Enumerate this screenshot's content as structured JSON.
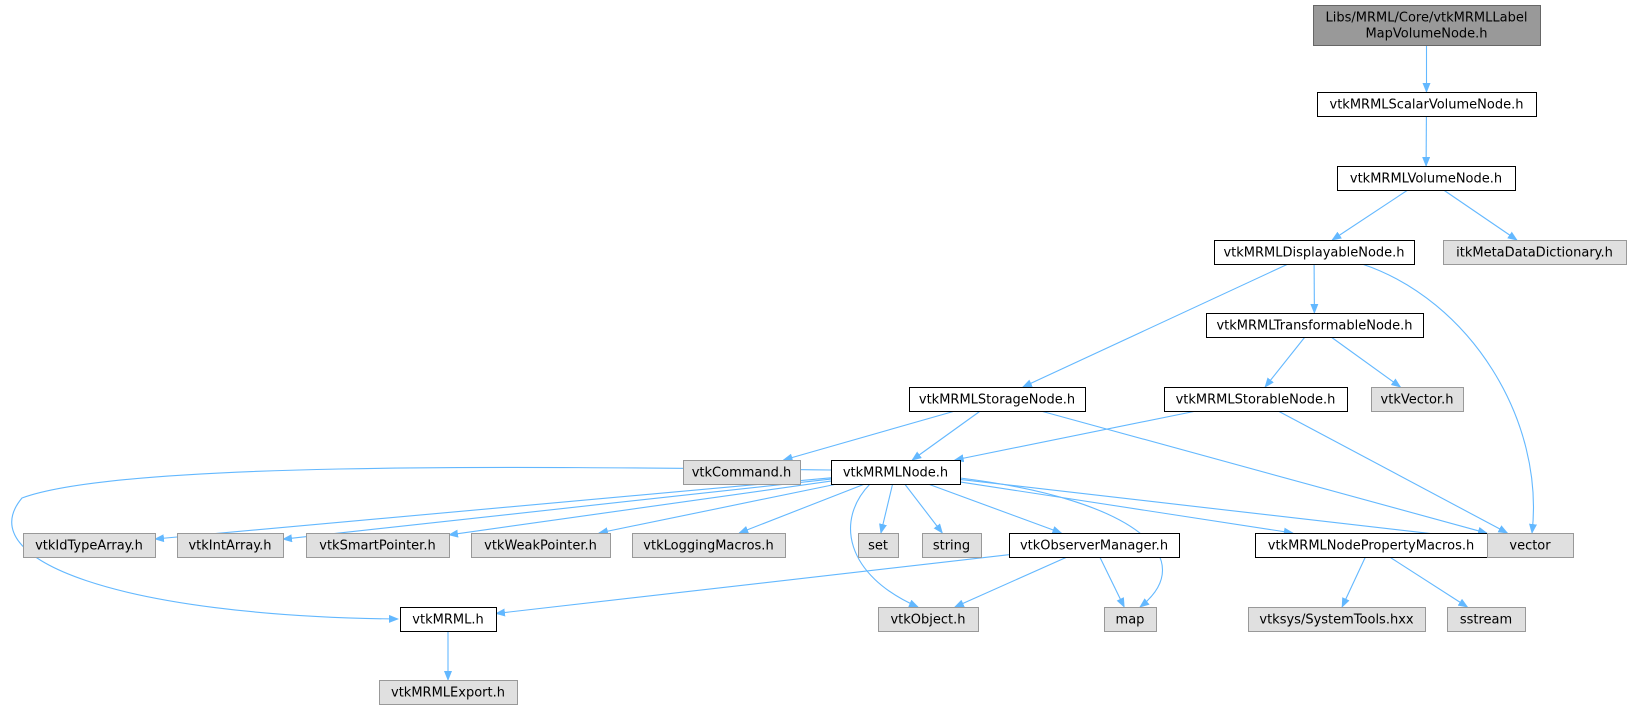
{
  "colors": {
    "edge": "#63B8FF",
    "root_fill": "#999999",
    "root_stroke": "#666666",
    "documented_fill": "#FFFFFF",
    "documented_stroke": "#000000",
    "external_fill": "#E0E0E0",
    "external_stroke": "#999999"
  },
  "nodes": [
    {
      "id": "root",
      "kind": "root",
      "lines": [
        "Libs/MRML/Core/vtkMRMLLabel",
        "MapVolumeNode.h"
      ]
    },
    {
      "id": "scalarvol",
      "kind": "documented",
      "lines": [
        "vtkMRMLScalarVolumeNode.h"
      ]
    },
    {
      "id": "volnode",
      "kind": "documented",
      "lines": [
        "vtkMRMLVolumeNode.h"
      ]
    },
    {
      "id": "displayable",
      "kind": "documented",
      "lines": [
        "vtkMRMLDisplayableNode.h"
      ]
    },
    {
      "id": "itkmeta",
      "kind": "external",
      "lines": [
        "itkMetaDataDictionary.h"
      ]
    },
    {
      "id": "transformable",
      "kind": "documented",
      "lines": [
        "vtkMRMLTransformableNode.h"
      ]
    },
    {
      "id": "storage",
      "kind": "documented",
      "lines": [
        "vtkMRMLStorageNode.h"
      ]
    },
    {
      "id": "storable",
      "kind": "documented",
      "lines": [
        "vtkMRMLStorableNode.h"
      ]
    },
    {
      "id": "vtkvector",
      "kind": "external",
      "lines": [
        "vtkVector.h"
      ]
    },
    {
      "id": "vtkcommand",
      "kind": "external",
      "lines": [
        "vtkCommand.h"
      ]
    },
    {
      "id": "mrmlnode",
      "kind": "documented",
      "lines": [
        "vtkMRMLNode.h"
      ]
    },
    {
      "id": "idtype",
      "kind": "external",
      "lines": [
        "vtkIdTypeArray.h"
      ]
    },
    {
      "id": "intarray",
      "kind": "external",
      "lines": [
        "vtkIntArray.h"
      ]
    },
    {
      "id": "smartptr",
      "kind": "external",
      "lines": [
        "vtkSmartPointer.h"
      ]
    },
    {
      "id": "weakptr",
      "kind": "external",
      "lines": [
        "vtkWeakPointer.h"
      ]
    },
    {
      "id": "logging",
      "kind": "external",
      "lines": [
        "vtkLoggingMacros.h"
      ]
    },
    {
      "id": "set",
      "kind": "external",
      "lines": [
        "set"
      ]
    },
    {
      "id": "string",
      "kind": "external",
      "lines": [
        "string"
      ]
    },
    {
      "id": "observer",
      "kind": "documented",
      "lines": [
        "vtkObserverManager.h"
      ]
    },
    {
      "id": "propmacros",
      "kind": "documented",
      "lines": [
        "vtkMRMLNodePropertyMacros.h"
      ]
    },
    {
      "id": "vector",
      "kind": "external",
      "lines": [
        "vector"
      ]
    },
    {
      "id": "vtkmrml",
      "kind": "documented",
      "lines": [
        "vtkMRML.h"
      ]
    },
    {
      "id": "vtkobject",
      "kind": "external",
      "lines": [
        "vtkObject.h"
      ]
    },
    {
      "id": "map",
      "kind": "external",
      "lines": [
        "map"
      ]
    },
    {
      "id": "systools",
      "kind": "external",
      "lines": [
        "vtksys/SystemTools.hxx"
      ]
    },
    {
      "id": "sstream",
      "kind": "external",
      "lines": [
        "sstream"
      ]
    },
    {
      "id": "mrmlexport",
      "kind": "external",
      "lines": [
        "vtkMRMLExport.h"
      ]
    }
  ],
  "edges": [
    [
      "root",
      "scalarvol"
    ],
    [
      "scalarvol",
      "volnode"
    ],
    [
      "volnode",
      "displayable"
    ],
    [
      "volnode",
      "itkmeta"
    ],
    [
      "displayable",
      "storage"
    ],
    [
      "displayable",
      "transformable"
    ],
    [
      "displayable",
      "vector"
    ],
    [
      "transformable",
      "storable"
    ],
    [
      "transformable",
      "vtkvector"
    ],
    [
      "storage",
      "vtkcommand"
    ],
    [
      "storage",
      "mrmlnode"
    ],
    [
      "storage",
      "vector"
    ],
    [
      "storable",
      "mrmlnode"
    ],
    [
      "storable",
      "vector"
    ],
    [
      "mrmlnode",
      "vtkmrml"
    ],
    [
      "mrmlnode",
      "idtype"
    ],
    [
      "mrmlnode",
      "intarray"
    ],
    [
      "mrmlnode",
      "smartptr"
    ],
    [
      "mrmlnode",
      "weakptr"
    ],
    [
      "mrmlnode",
      "logging"
    ],
    [
      "mrmlnode",
      "vtkobject"
    ],
    [
      "mrmlnode",
      "set"
    ],
    [
      "mrmlnode",
      "string"
    ],
    [
      "mrmlnode",
      "observer"
    ],
    [
      "mrmlnode",
      "map"
    ],
    [
      "mrmlnode",
      "propmacros"
    ],
    [
      "mrmlnode",
      "vector"
    ],
    [
      "observer",
      "vtkmrml"
    ],
    [
      "observer",
      "vtkobject"
    ],
    [
      "observer",
      "map"
    ],
    [
      "propmacros",
      "systools"
    ],
    [
      "propmacros",
      "sstream"
    ],
    [
      "vtkmrml",
      "mrmlexport"
    ]
  ]
}
